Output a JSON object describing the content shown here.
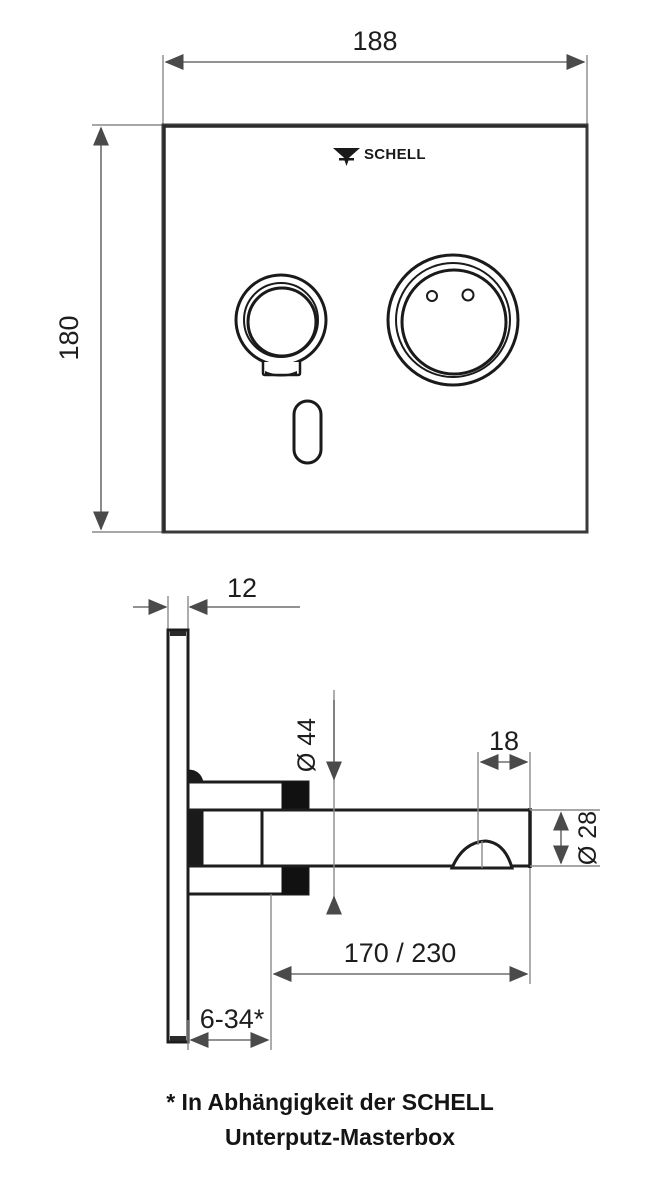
{
  "document": {
    "type": "technical-drawing",
    "title": "SCHELL wall-mounted tap dimensional drawing",
    "units": "mm"
  },
  "front_view": {
    "brand_logo": {
      "icon": "schell-funnel-icon",
      "label": "SCHELL"
    },
    "controls": [
      {
        "name": "temperature-knob",
        "shape": "concentric-rings-with-lever"
      },
      {
        "name": "flow-knob",
        "shape": "concentric-rings-with-two-dots"
      },
      {
        "name": "sensor-window",
        "shape": "vertical-pill"
      }
    ],
    "dimensions": {
      "width": "188",
      "height": "180"
    }
  },
  "side_view": {
    "dimensions": {
      "plate_thickness": "12",
      "body_diameter": "Ø 44",
      "outlet_length": "18",
      "spout_diameter": "Ø 28",
      "projection": "170 / 230",
      "wall_offset": "6-34*"
    }
  },
  "footnote": {
    "line1": "* In Abhängigkeit der SCHELL",
    "line2": "Unterputz-Masterbox"
  },
  "colors": {
    "line": "#3a3a3a",
    "thin_line": "#8a8a8a",
    "text": "#1a1a1a",
    "background": "#ffffff"
  }
}
